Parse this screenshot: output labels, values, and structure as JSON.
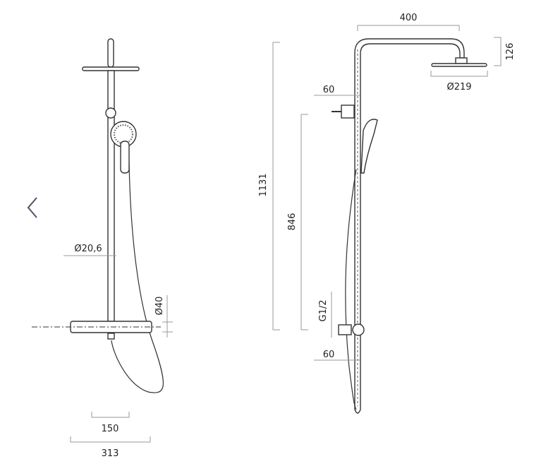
{
  "navigation": {
    "prev_icon": "chevron-left-icon",
    "prev_color": "#4a5568"
  },
  "front_view": {
    "rail_diameter": "Ø20,6",
    "mixer_diameter": "Ø40",
    "inlet_spacing": "150",
    "mixer_width": "313"
  },
  "side_view": {
    "arm_projection": "400",
    "head_drop": "126",
    "head_diameter": "Ø219",
    "total_height": "1131",
    "inlet_to_bracket": "846",
    "top_wall_offset": "60",
    "thread_size": "G1/2",
    "bottom_wall_offset": "60"
  }
}
